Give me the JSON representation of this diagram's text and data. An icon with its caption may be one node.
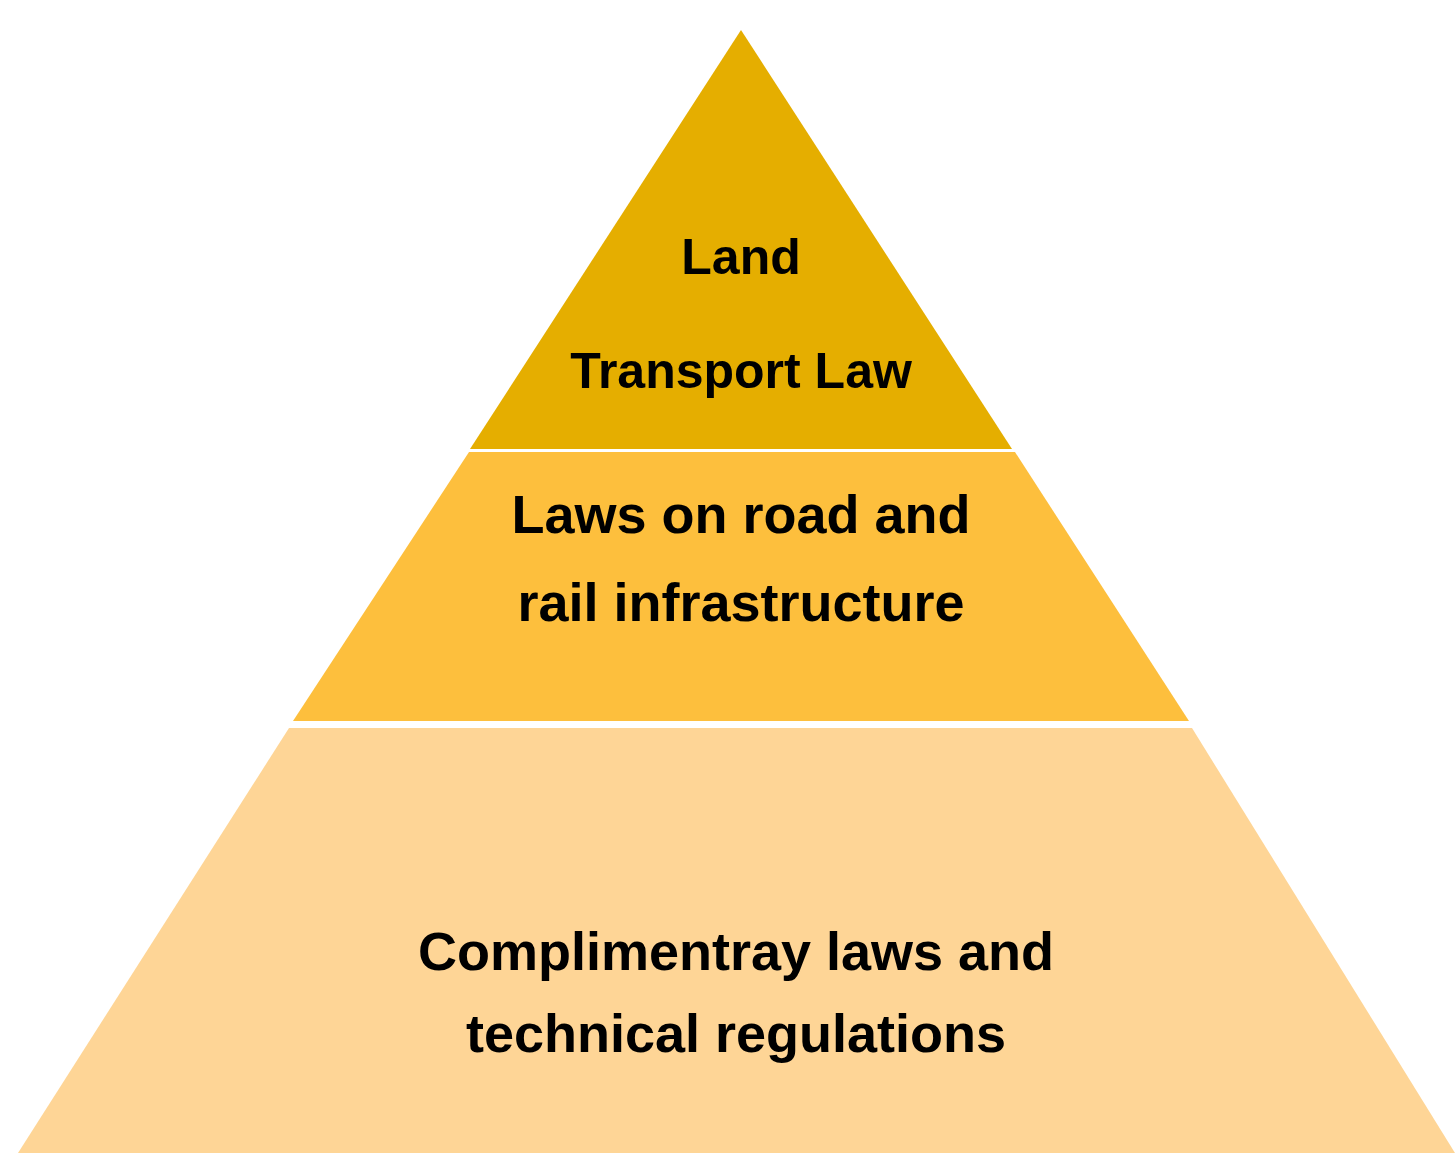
{
  "diagram": {
    "nodes": [
      {
        "text": [
          "Land Transport Law"
        ]
      },
      {
        "text": [
          "Laws on road and rail infrastructure"
        ]
      },
      {
        "text": [
          "Complimentray laws and technical regulations"
        ]
      }
    ]
  }
}
